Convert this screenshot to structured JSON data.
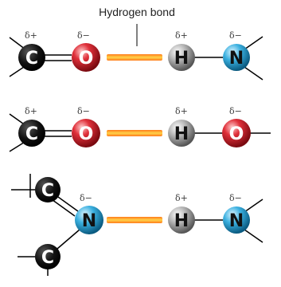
{
  "title": "Hydrogen bond",
  "delta_plus": "δ+",
  "delta_minus": "δ−",
  "atoms": {
    "C": "C",
    "O": "O",
    "H": "H",
    "N": "N"
  },
  "colors": {
    "carbon": "#000000",
    "oxygen": "#d0202a",
    "hydrogen": "#9a9a9a",
    "nitrogen": "#2a9fd0",
    "hydrogen_bond": "#f5a623",
    "bond_line": "#000000"
  },
  "rows": [
    {
      "left": "C=O",
      "right": "H–N"
    },
    {
      "left": "C=O",
      "right": "H–O"
    },
    {
      "left": "C=N",
      "right": "H–N"
    }
  ]
}
